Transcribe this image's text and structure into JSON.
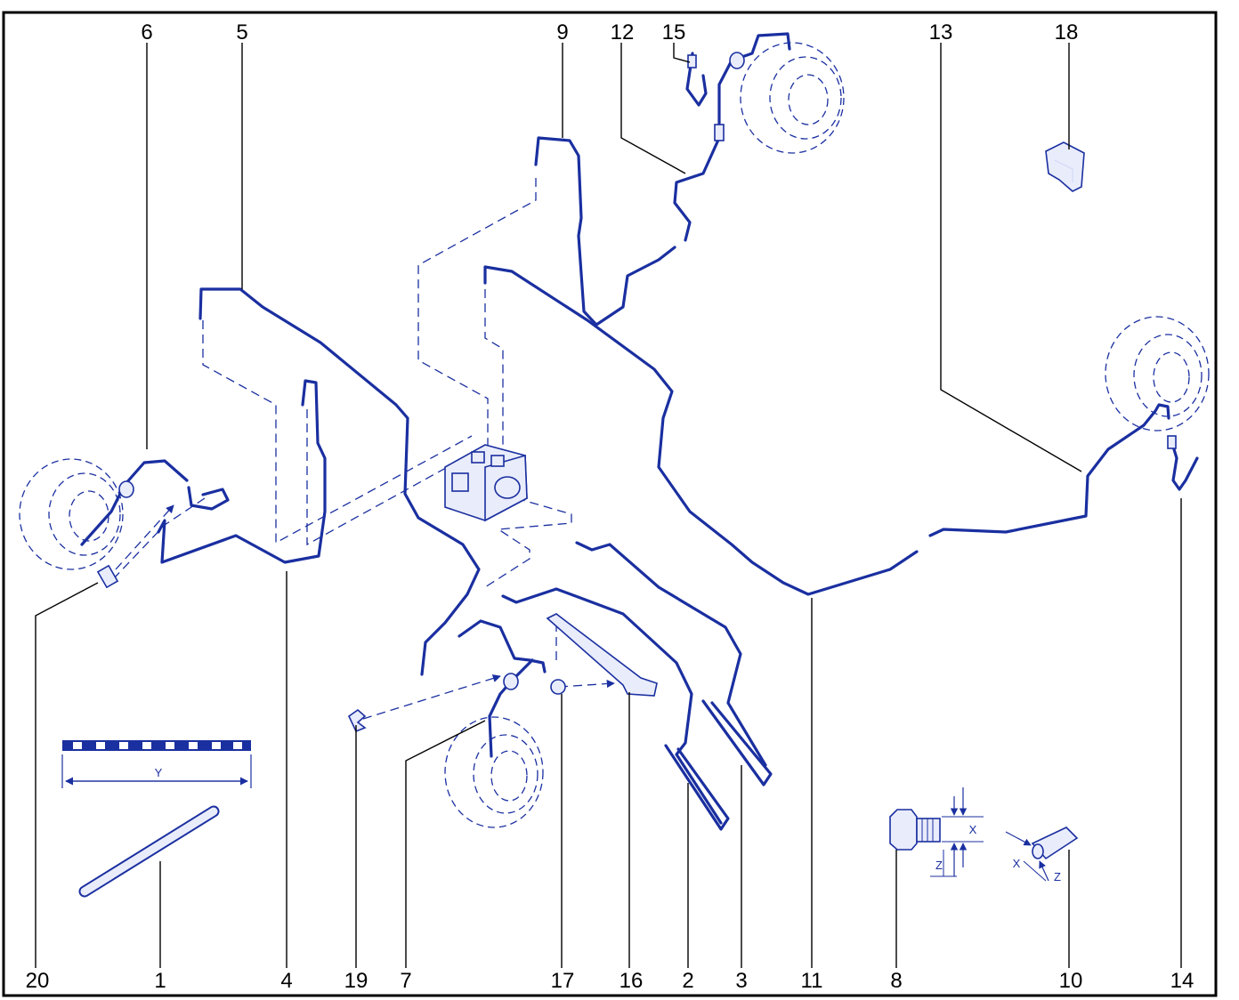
{
  "callouts": {
    "c1": "1",
    "c2": "2",
    "c3": "3",
    "c4": "4",
    "c5": "5",
    "c6": "6",
    "c7": "7",
    "c8": "8",
    "c9": "9",
    "c10": "10",
    "c11": "11",
    "c12": "12",
    "c13": "13",
    "c14": "14",
    "c15": "15",
    "c16": "16",
    "c17": "17",
    "c18": "18",
    "c19": "19",
    "c20": "20"
  },
  "dimensions": {
    "length": "Y",
    "fitting_8_x": "X",
    "fitting_8_z": "Z",
    "fitting_10_x": "X",
    "fitting_10_z": "Z"
  },
  "colors": {
    "line_art": "#1a2fa0",
    "callout_text": "#000000",
    "border": "#000000"
  }
}
